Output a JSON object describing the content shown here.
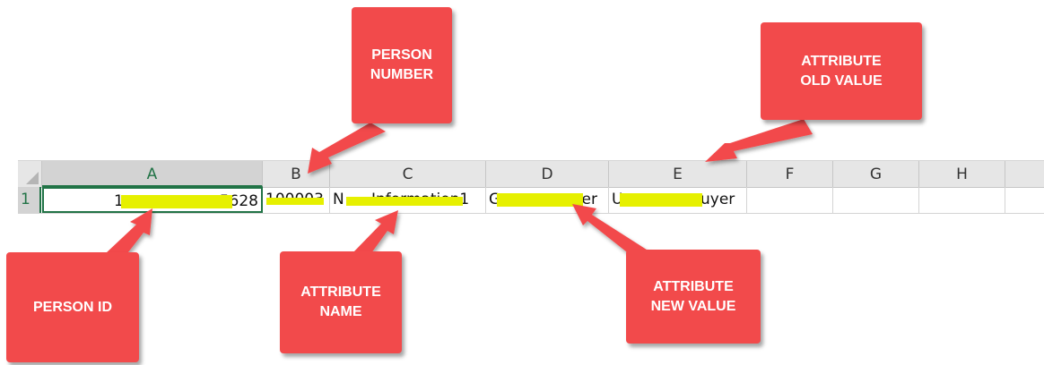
{
  "sheet": {
    "columns": [
      "A",
      "B",
      "C",
      "D",
      "E",
      "F",
      "G",
      "H"
    ],
    "row_number": "1",
    "cells": {
      "a_prefix": "1",
      "a_suffix": "5628",
      "b": "100003",
      "c_prefix": "N",
      "c_suffix": "Information1",
      "d_prefix": "G",
      "d_suffix": "yer",
      "e_prefix": "U",
      "e_suffix": "uyer"
    }
  },
  "callouts": {
    "person_number": "PERSON\nNUMBER",
    "attribute_old_value": "ATTRIBUTE\nOLD VALUE",
    "person_id": "PERSON ID",
    "attribute_name": "ATTRIBUTE\nNAME",
    "attribute_new_value": "ATTRIBUTE\nNEW VALUE"
  },
  "colors": {
    "callout": "#f24a4b",
    "redaction": "#e6f000",
    "excel_green": "#217346"
  }
}
